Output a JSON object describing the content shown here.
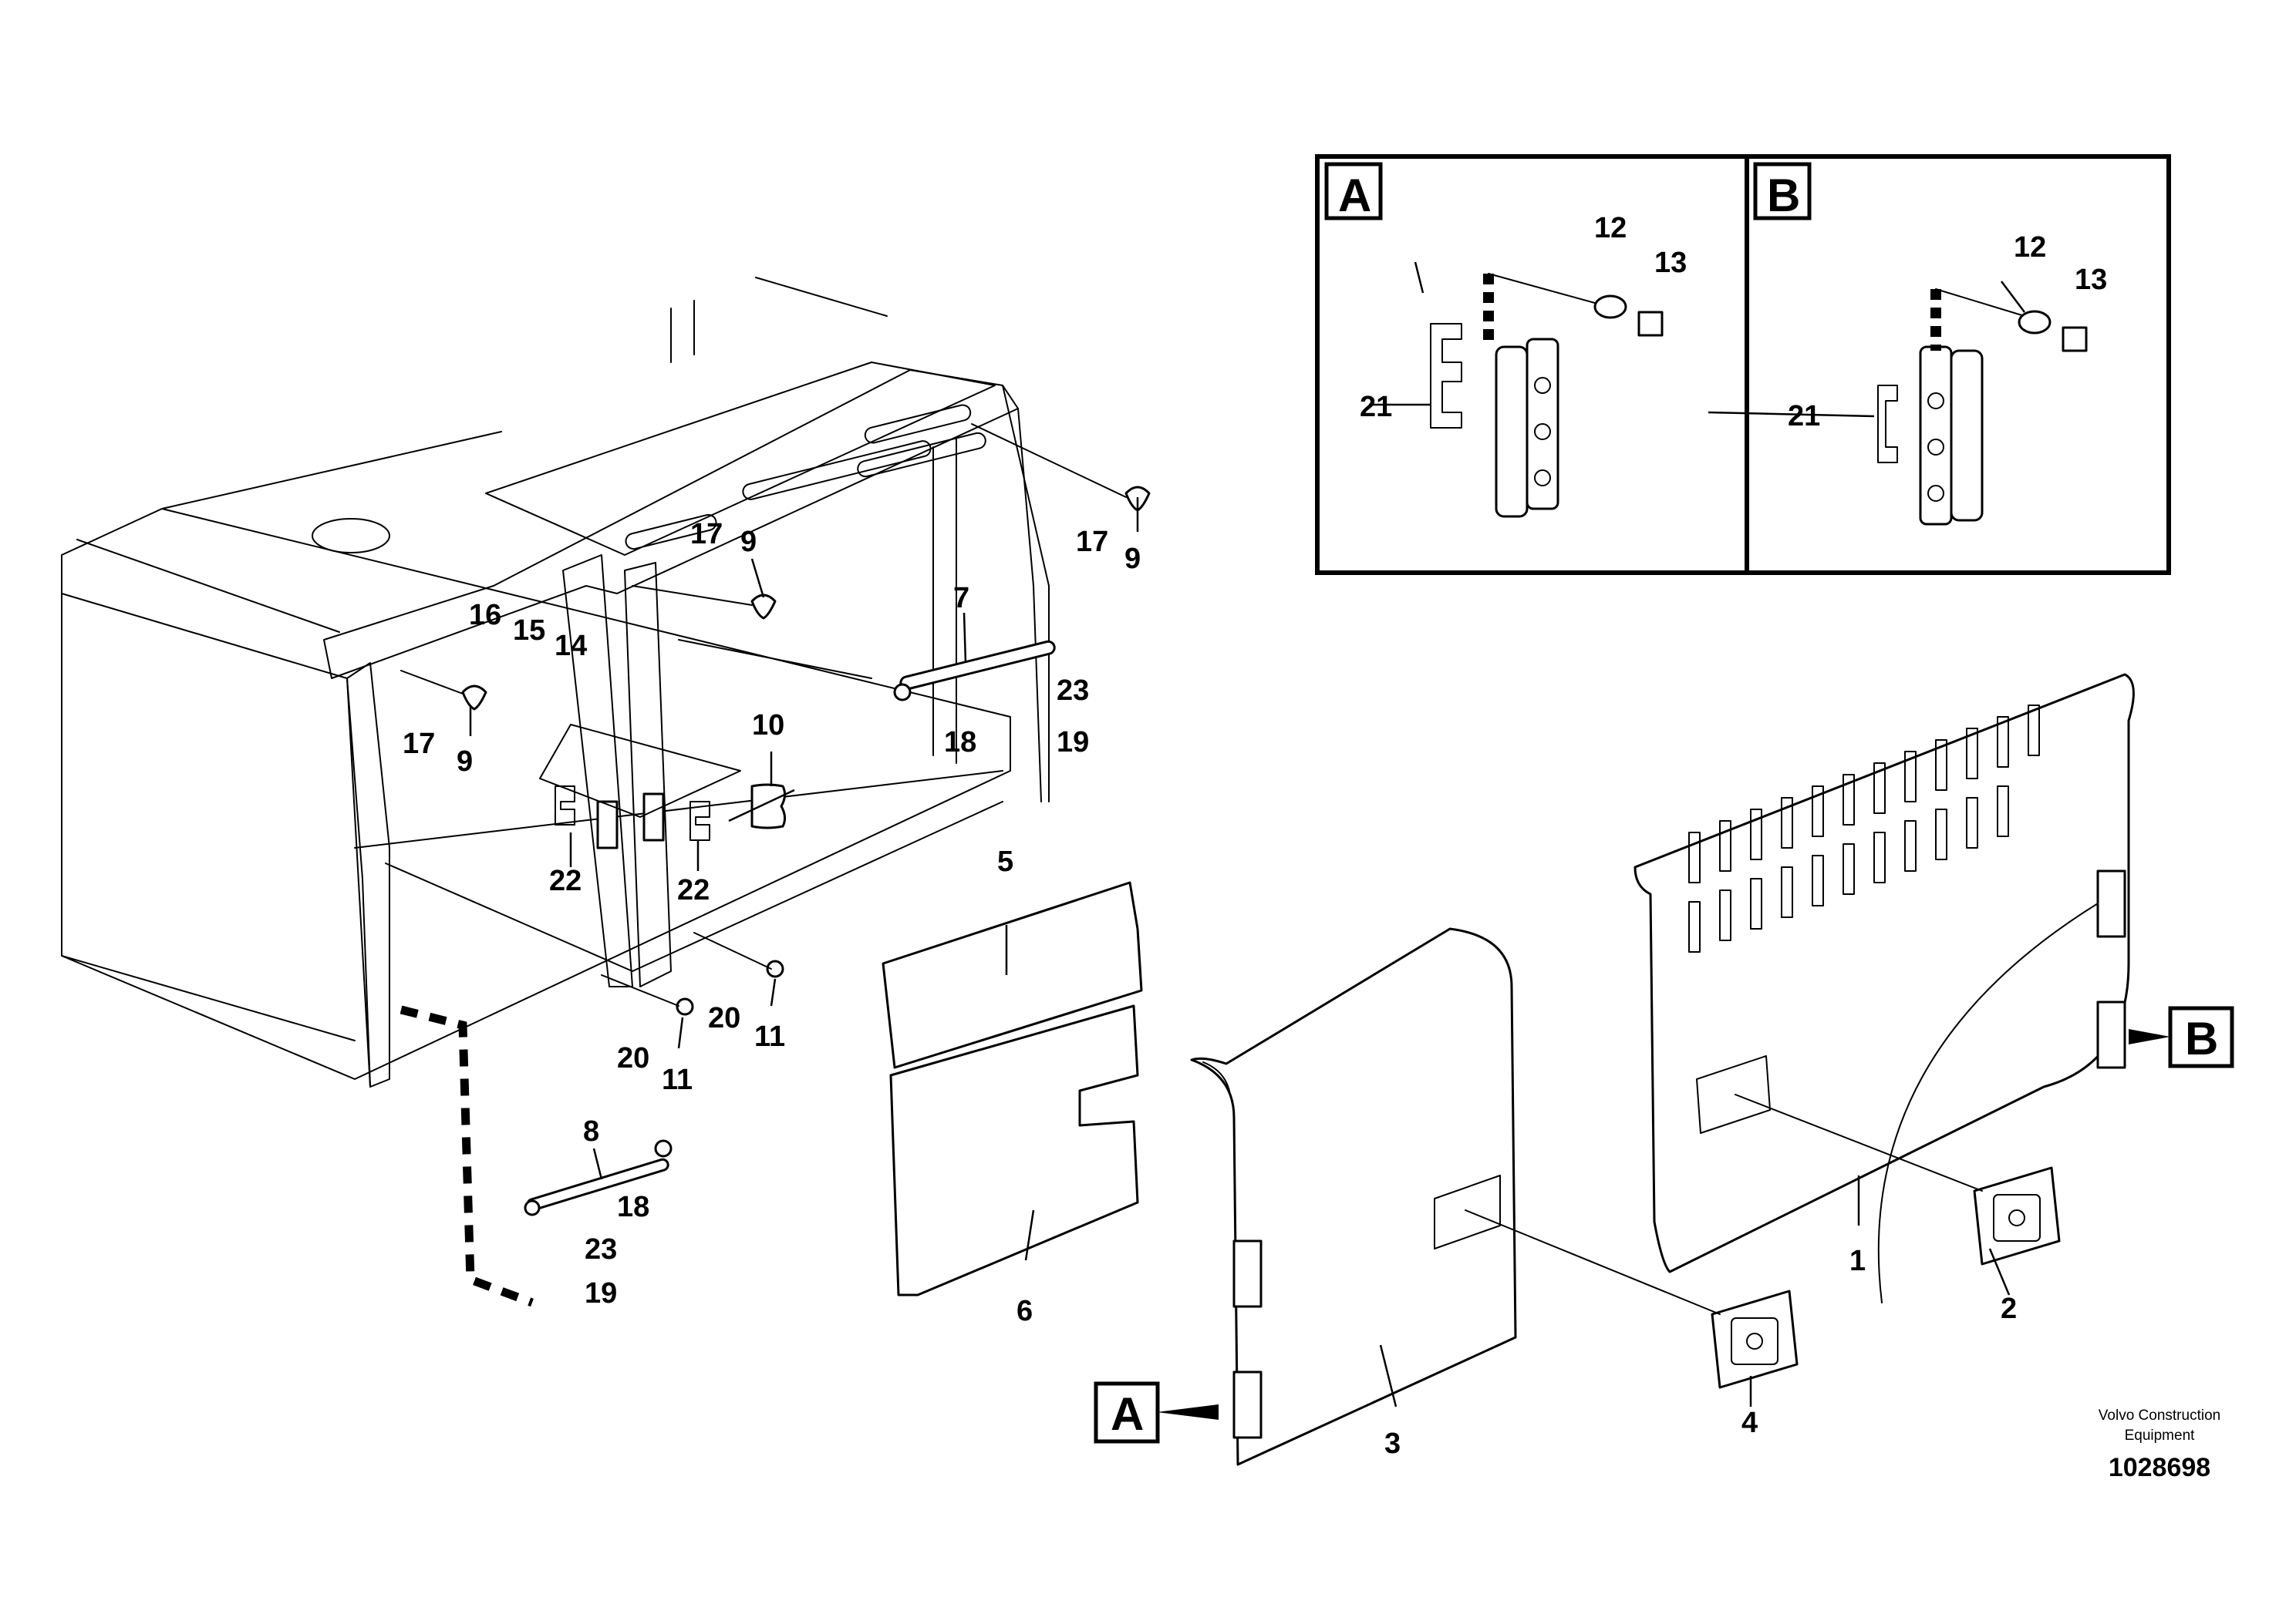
{
  "callouts": {
    "c1": "1",
    "c2": "2",
    "c3": "3",
    "c4": "4",
    "c5": "5",
    "c6": "6",
    "c7": "7",
    "c8": "8",
    "c9": "9",
    "c10": "10",
    "c11": "11",
    "c12": "12",
    "c13": "13",
    "c14": "14",
    "c15": "15",
    "c16": "16",
    "c17": "17",
    "c18": "18",
    "c19": "19",
    "c20": "20",
    "c21": "21",
    "c22": "22",
    "c23": "23"
  },
  "insets": {
    "a_label": "A",
    "b_label": "B"
  },
  "markers": {
    "a": "A",
    "b": "B"
  },
  "footer": {
    "company_line1": "Volvo Construction",
    "company_line2": "Equipment",
    "drawing_number": "1028698"
  }
}
